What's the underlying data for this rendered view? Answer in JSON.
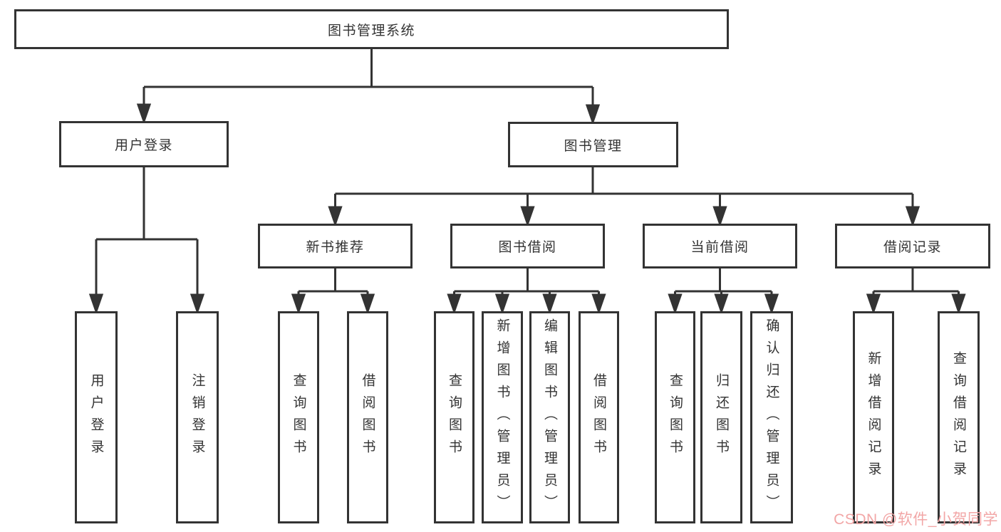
{
  "tree": {
    "label": "图书管理系统",
    "children": [
      {
        "label": "用户登录",
        "children": [
          {
            "label": "用户登录"
          },
          {
            "label": "注销登录"
          }
        ]
      },
      {
        "label": "图书管理",
        "children": [
          {
            "label": "新书推荐",
            "children": [
              {
                "label": "查询图书"
              },
              {
                "label": "借阅图书"
              }
            ]
          },
          {
            "label": "图书借阅",
            "children": [
              {
                "label": "查询图书"
              },
              {
                "label": "新增图书（管理员）"
              },
              {
                "label": "编辑图书（管理员）"
              },
              {
                "label": "借阅图书"
              }
            ]
          },
          {
            "label": "当前借阅",
            "children": [
              {
                "label": "查询图书"
              },
              {
                "label": "归还图书"
              },
              {
                "label": "确认归还（管理员）"
              }
            ]
          },
          {
            "label": "借阅记录",
            "children": [
              {
                "label": "新增借阅记录"
              },
              {
                "label": "查询借阅记录"
              }
            ]
          }
        ]
      }
    ]
  },
  "watermark": {
    "text": "CSDN @软件_小贺同学",
    "color": "#F2A6A6"
  },
  "colors": {
    "line": "#333333",
    "text": "#333333",
    "background": "#FFFFFF"
  }
}
